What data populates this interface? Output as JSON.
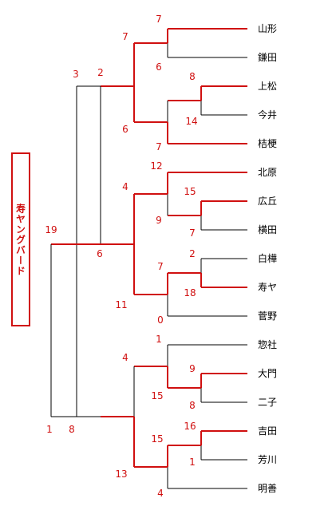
{
  "champion": "寿ヤングバード",
  "colors": {
    "win": "#d01010",
    "line": "#000000"
  },
  "teams": [
    "山形",
    "鎌田",
    "上松",
    "今井",
    "桔梗",
    "北原",
    "広丘",
    "横田",
    "白樺",
    "寿ヤ",
    "菅野",
    "惣社",
    "大門",
    "二子",
    "吉田",
    "芳川",
    "明善"
  ],
  "scores": [
    "7",
    "6",
    "8",
    "14",
    "7",
    "7",
    "6",
    "12",
    "15",
    "7",
    "9",
    "4",
    "2",
    "18",
    "0",
    "7",
    "11",
    "6",
    "2",
    "3",
    "1",
    "9",
    "8",
    "15",
    "4",
    "16",
    "1",
    "15",
    "4",
    "13",
    "8",
    "1",
    "19"
  ]
}
